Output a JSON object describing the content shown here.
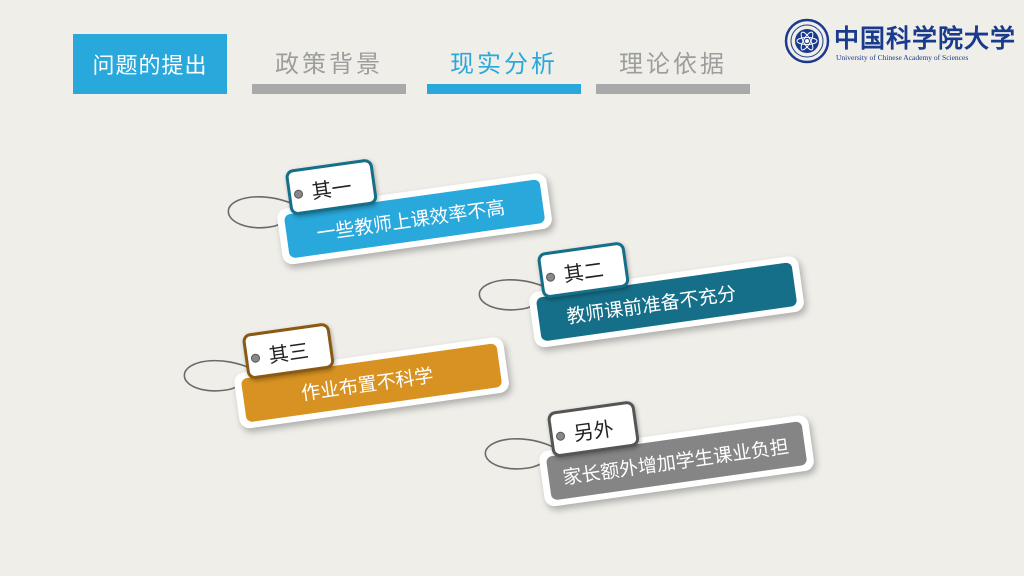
{
  "header": {
    "title": "问题的提出",
    "tabs": [
      {
        "label": "政策背景",
        "active": false
      },
      {
        "label": "现实分析",
        "active": true
      },
      {
        "label": "理论依据",
        "active": false
      }
    ]
  },
  "logo": {
    "name_cn": "中国科学院大学",
    "name_en": "University of Chinese Academy of Sciences"
  },
  "cards": [
    {
      "tag": "其一",
      "text": "一些教师上课效率不高",
      "color": "#29a8db"
    },
    {
      "tag": "其二",
      "text": "教师课前准备不充分",
      "color": "#156f88"
    },
    {
      "tag": "其三",
      "text": "作业布置不科学",
      "color": "#d89221"
    },
    {
      "tag": "另外",
      "text": "家长额外增加学生课业负担",
      "color": "#858585"
    }
  ],
  "colors": {
    "accent": "#29a8db",
    "inactive": "#a9a9a9",
    "background": "#efeee9",
    "logo": "#1a3a8c"
  }
}
